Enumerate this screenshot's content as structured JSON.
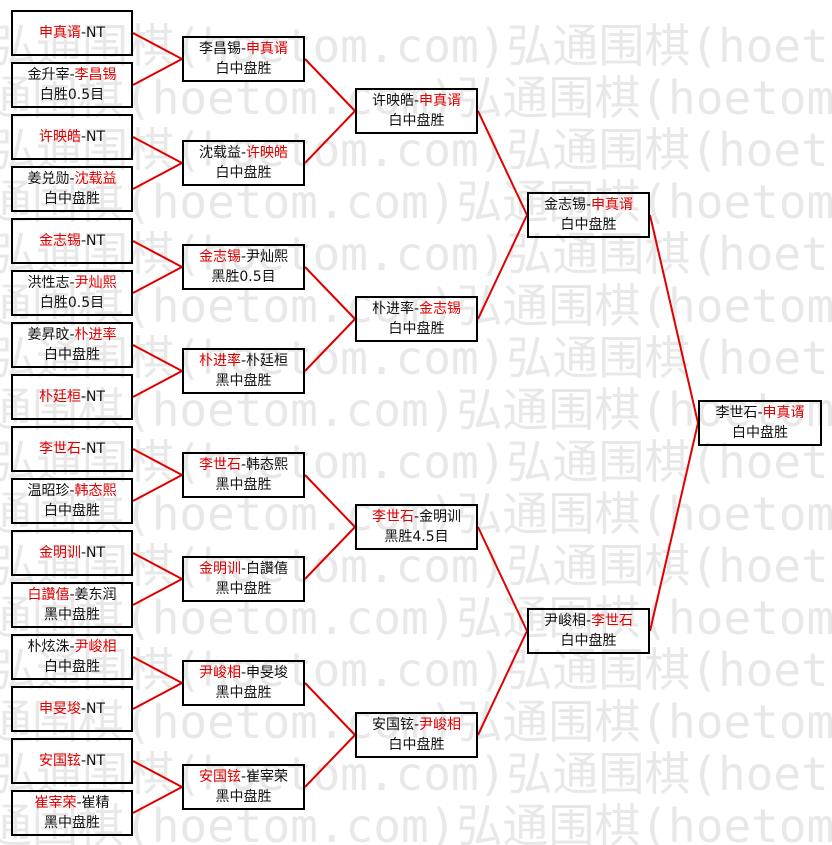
{
  "watermark": "弘通围棋(hoetom.com)",
  "matches": [
    {
      "id": "r1-1",
      "l1": [
        [
          "申真谞",
          "r"
        ],
        [
          "-NT",
          "k"
        ]
      ],
      "l2": []
    },
    {
      "id": "r1-2",
      "l1": [
        [
          "金升宰-",
          "k"
        ],
        [
          "李昌锡",
          "r"
        ]
      ],
      "l2": [
        [
          "白胜0.5目",
          "k"
        ]
      ]
    },
    {
      "id": "r1-3",
      "l1": [
        [
          "许映皓",
          "r"
        ],
        [
          "-NT",
          "k"
        ]
      ],
      "l2": []
    },
    {
      "id": "r1-4",
      "l1": [
        [
          "姜兑勋-",
          "k"
        ],
        [
          "沈载益",
          "r"
        ]
      ],
      "l2": [
        [
          "白中盘胜",
          "k"
        ]
      ]
    },
    {
      "id": "r1-5",
      "l1": [
        [
          "金志锡",
          "r"
        ],
        [
          "-NT",
          "k"
        ]
      ],
      "l2": []
    },
    {
      "id": "r1-6",
      "l1": [
        [
          "洪性志-",
          "k"
        ],
        [
          "尹灿熙",
          "r"
        ]
      ],
      "l2": [
        [
          "白胜0.5目",
          "k"
        ]
      ]
    },
    {
      "id": "r1-7",
      "l1": [
        [
          "姜昇旼-",
          "k"
        ],
        [
          "朴进率",
          "r"
        ]
      ],
      "l2": [
        [
          "白中盘胜",
          "k"
        ]
      ]
    },
    {
      "id": "r1-8",
      "l1": [
        [
          "朴廷桓",
          "r"
        ],
        [
          "-NT",
          "k"
        ]
      ],
      "l2": []
    },
    {
      "id": "r1-9",
      "l1": [
        [
          "李世石",
          "r"
        ],
        [
          "-NT",
          "k"
        ]
      ],
      "l2": []
    },
    {
      "id": "r1-10",
      "l1": [
        [
          "温昭珍-",
          "k"
        ],
        [
          "韩态熙",
          "r"
        ]
      ],
      "l2": [
        [
          "白中盘胜",
          "k"
        ]
      ]
    },
    {
      "id": "r1-11",
      "l1": [
        [
          "金明训",
          "r"
        ],
        [
          "-NT",
          "k"
        ]
      ],
      "l2": []
    },
    {
      "id": "r1-12",
      "l1": [
        [
          "白讚僖",
          "r"
        ],
        [
          "-姜东润",
          "k"
        ]
      ],
      "l2": [
        [
          "黑中盘胜",
          "k"
        ]
      ]
    },
    {
      "id": "r1-13",
      "l1": [
        [
          "朴炫洙-",
          "k"
        ],
        [
          "尹峻相",
          "r"
        ]
      ],
      "l2": [
        [
          "白中盘胜",
          "k"
        ]
      ]
    },
    {
      "id": "r1-14",
      "l1": [
        [
          "申旻埈",
          "r"
        ],
        [
          "-NT",
          "k"
        ]
      ],
      "l2": []
    },
    {
      "id": "r1-15",
      "l1": [
        [
          "安国铉",
          "r"
        ],
        [
          "-NT",
          "k"
        ]
      ],
      "l2": []
    },
    {
      "id": "r1-16",
      "l1": [
        [
          "崔宰荣",
          "r"
        ],
        [
          "-崔精",
          "k"
        ]
      ],
      "l2": [
        [
          "黑中盘胜",
          "k"
        ]
      ]
    },
    {
      "id": "r2-1",
      "l1": [
        [
          "李昌锡-",
          "k"
        ],
        [
          "申真谞",
          "r"
        ]
      ],
      "l2": [
        [
          "白中盘胜",
          "k"
        ]
      ]
    },
    {
      "id": "r2-2",
      "l1": [
        [
          "沈载益-",
          "k"
        ],
        [
          "许映皓",
          "r"
        ]
      ],
      "l2": [
        [
          "白中盘胜",
          "k"
        ]
      ]
    },
    {
      "id": "r2-3",
      "l1": [
        [
          "金志锡",
          "r"
        ],
        [
          "-尹灿熙",
          "k"
        ]
      ],
      "l2": [
        [
          "黑胜0.5目",
          "k"
        ]
      ]
    },
    {
      "id": "r2-4",
      "l1": [
        [
          "朴进率",
          "r"
        ],
        [
          "-朴廷桓",
          "k"
        ]
      ],
      "l2": [
        [
          "黑中盘胜",
          "k"
        ]
      ]
    },
    {
      "id": "r2-5",
      "l1": [
        [
          "李世石",
          "r"
        ],
        [
          "-韩态熙",
          "k"
        ]
      ],
      "l2": [
        [
          "黑中盘胜",
          "k"
        ]
      ]
    },
    {
      "id": "r2-6",
      "l1": [
        [
          "金明训",
          "r"
        ],
        [
          "-白讚僖",
          "k"
        ]
      ],
      "l2": [
        [
          "黑中盘胜",
          "k"
        ]
      ]
    },
    {
      "id": "r2-7",
      "l1": [
        [
          "尹峻相",
          "r"
        ],
        [
          "-申旻埈",
          "k"
        ]
      ],
      "l2": [
        [
          "黑中盘胜",
          "k"
        ]
      ]
    },
    {
      "id": "r2-8",
      "l1": [
        [
          "安国铉",
          "r"
        ],
        [
          "-崔宰荣",
          "k"
        ]
      ],
      "l2": [
        [
          "黑中盘胜",
          "k"
        ]
      ]
    },
    {
      "id": "r3-1",
      "l1": [
        [
          "许映皓-",
          "k"
        ],
        [
          "申真谞",
          "r"
        ]
      ],
      "l2": [
        [
          "白中盘胜",
          "k"
        ]
      ]
    },
    {
      "id": "r3-2",
      "l1": [
        [
          "朴进率-",
          "k"
        ],
        [
          "金志锡",
          "r"
        ]
      ],
      "l2": [
        [
          "白中盘胜",
          "k"
        ]
      ]
    },
    {
      "id": "r3-3",
      "l1": [
        [
          "李世石",
          "r"
        ],
        [
          "-金明训",
          "k"
        ]
      ],
      "l2": [
        [
          "黑胜4.5目",
          "k"
        ]
      ]
    },
    {
      "id": "r3-4",
      "l1": [
        [
          "安国铉-",
          "k"
        ],
        [
          "尹峻相",
          "r"
        ]
      ],
      "l2": [
        [
          "白中盘胜",
          "k"
        ]
      ]
    },
    {
      "id": "r4-1",
      "l1": [
        [
          "金志锡-",
          "k"
        ],
        [
          "申真谞",
          "r"
        ]
      ],
      "l2": [
        [
          "白中盘胜",
          "k"
        ]
      ]
    },
    {
      "id": "r4-2",
      "l1": [
        [
          "尹峻相-",
          "k"
        ],
        [
          "李世石",
          "r"
        ]
      ],
      "l2": [
        [
          "白中盘胜",
          "k"
        ]
      ]
    },
    {
      "id": "r5-1",
      "l1": [
        [
          "李世石-",
          "k"
        ],
        [
          "申真谞",
          "r"
        ]
      ],
      "l2": [
        [
          "白中盘胜",
          "k"
        ]
      ]
    }
  ]
}
